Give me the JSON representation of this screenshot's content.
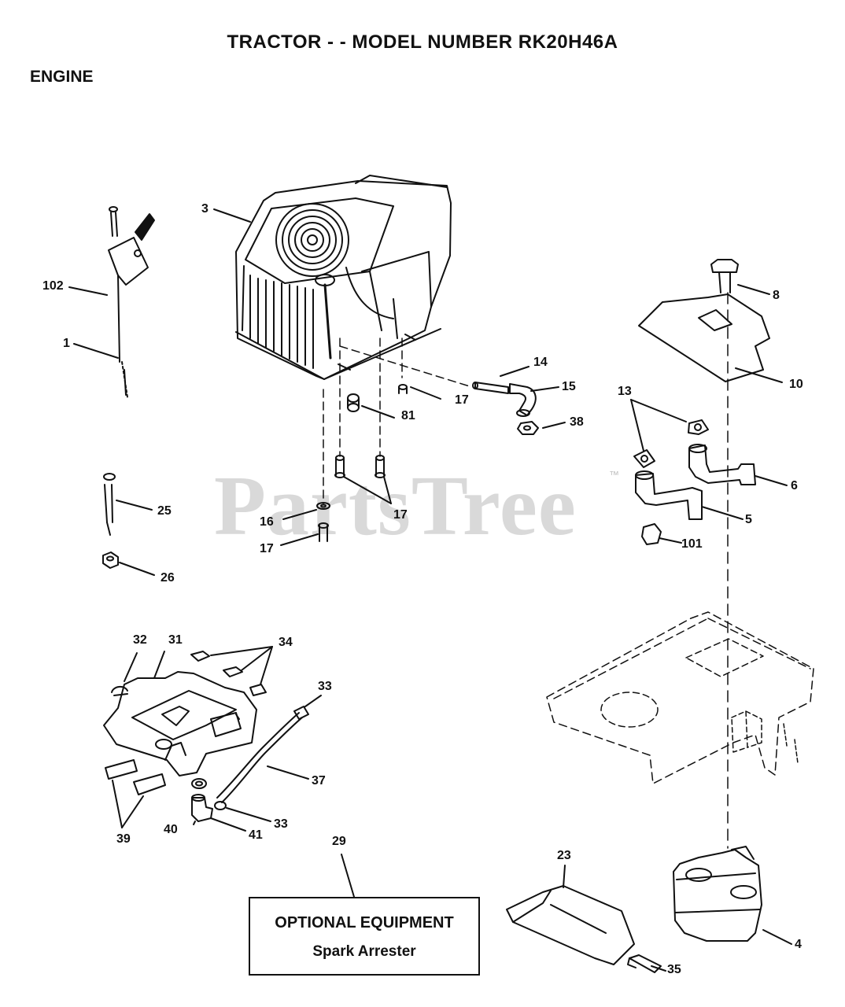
{
  "title": "TRACTOR - - MODEL NUMBER RK20H46A",
  "section": "ENGINE",
  "watermark": "PartsTree",
  "watermark_tm": "™",
  "optional_box": {
    "heading": "OPTIONAL EQUIPMENT",
    "item": "Spark Arrester"
  },
  "callouts": {
    "c3": "3",
    "c102": "102",
    "c1": "1",
    "c8": "8",
    "c10": "10",
    "c14": "14",
    "c15": "15",
    "c13": "13",
    "c17a": "17",
    "c81": "81",
    "c38": "38",
    "c6": "6",
    "c5": "5",
    "c25": "25",
    "c16": "16",
    "c17b": "17",
    "c17c": "17",
    "c101": "101",
    "c26": "26",
    "c32": "32",
    "c31": "31",
    "c34": "34",
    "c33a": "33",
    "c37": "37",
    "c33b": "33",
    "c39": "39",
    "c40": "40",
    "c41": "41",
    "c29": "29",
    "c23": "23",
    "c4": "4",
    "c35": "35"
  }
}
